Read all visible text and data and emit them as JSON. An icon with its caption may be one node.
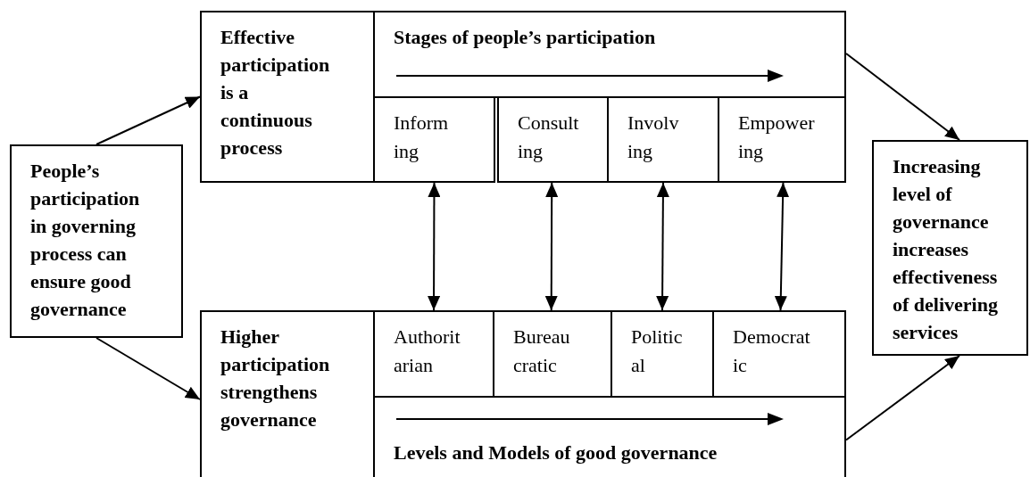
{
  "diagram": {
    "nodes": [
      {
        "text": [
          "People’s participation in governing process can ensure good governance"
        ]
      },
      {
        "text": [
          "Effective participation is a continuous process"
        ]
      },
      {
        "text": [
          "Stages of people’s participation"
        ]
      },
      {
        "text": [
          "Inform ing"
        ]
      },
      {
        "text": [
          "Consult ing"
        ]
      },
      {
        "text": [
          "Involv ing"
        ]
      },
      {
        "text": [
          "Empower ing"
        ]
      },
      {
        "text": [
          "Higher participation strengthens governance"
        ]
      },
      {
        "text": [
          "Authorit arian"
        ]
      },
      {
        "text": [
          "Bureau cratic"
        ]
      },
      {
        "text": [
          "Politic al"
        ]
      },
      {
        "text": [
          "Democrat ic"
        ]
      },
      {
        "text": [
          "Levels and Models of good governance"
        ]
      },
      {
        "text": [
          "Increasing level of governance increases effectiveness of delivering services"
        ]
      }
    ],
    "edges": [
      {
        "from": 0,
        "to": 1,
        "arrow": "to"
      },
      {
        "from": 0,
        "to": 7,
        "arrow": "to"
      },
      {
        "from": 2,
        "to": 13,
        "arrow": "to"
      },
      {
        "from": 12,
        "to": 13,
        "arrow": "to"
      },
      {
        "from": 3,
        "to": 8,
        "arrow": "both"
      },
      {
        "from": 4,
        "to": 9,
        "arrow": "both"
      },
      {
        "from": 5,
        "to": 10,
        "arrow": "both"
      },
      {
        "from": 6,
        "to": 11,
        "arrow": "both"
      }
    ]
  }
}
